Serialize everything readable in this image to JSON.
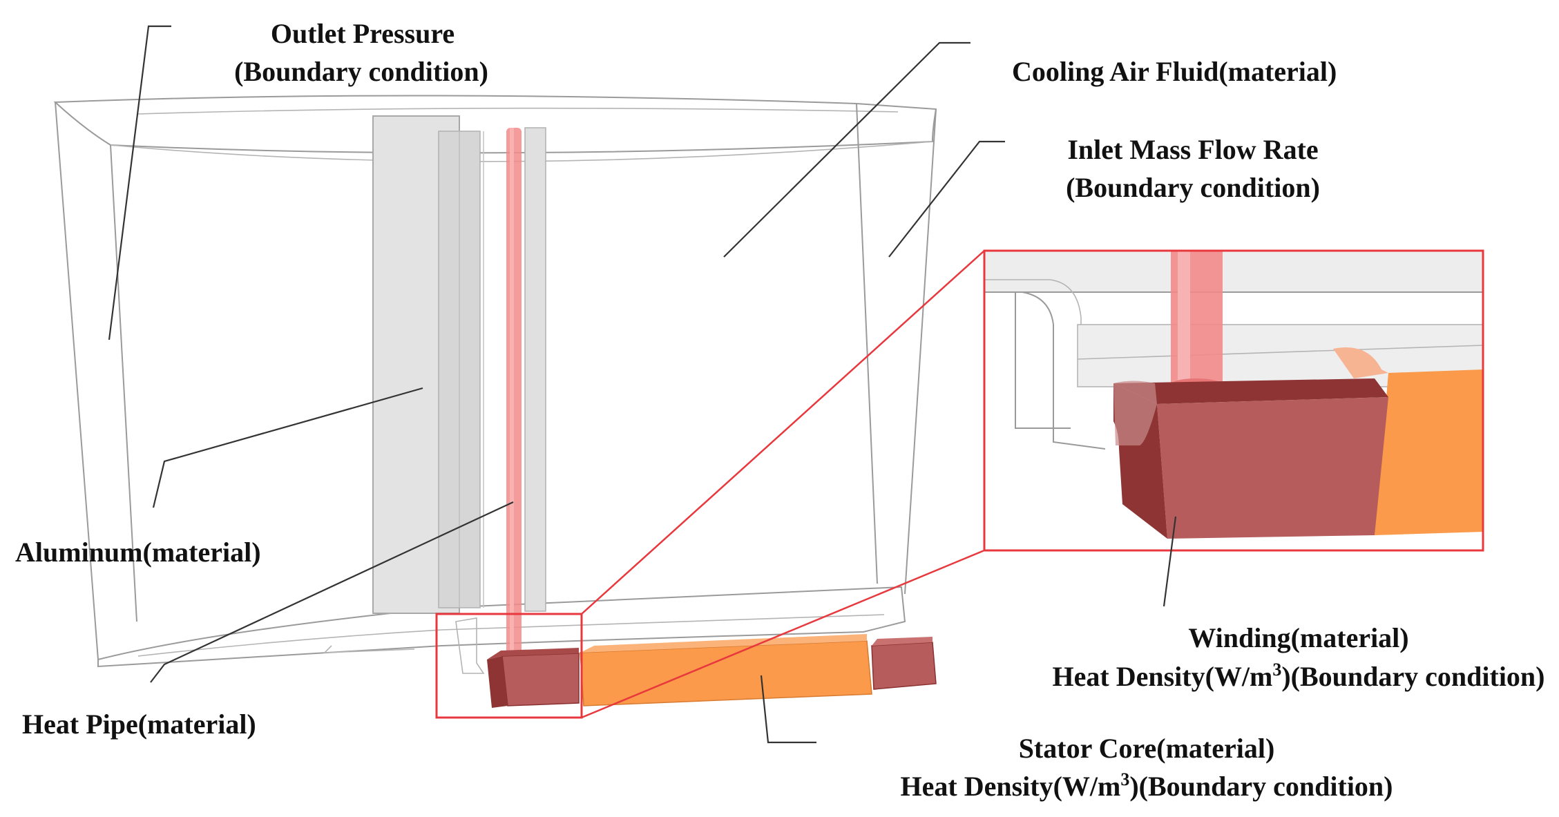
{
  "colors": {
    "heat_pipe": "#f28a8a",
    "winding_light": "#b65c5c",
    "winding_dark": "#8e3434",
    "stator_core": "#fa9a4a",
    "highlight_box": "#e8383d",
    "aluminum_ghost": "#e4e4e4"
  },
  "labels": {
    "outlet_pressure_line1": "Outlet Pressure",
    "outlet_pressure_line2": "(Boundary condition)",
    "cooling_air": "Cooling Air Fluid(material)",
    "inlet_mass_line1": "Inlet Mass Flow Rate",
    "inlet_mass_line2": "(Boundary condition)",
    "aluminum": "Aluminum(material)",
    "heat_pipe": "Heat Pipe(material)",
    "winding_line1": "Winding(material)",
    "winding_line2_pre": "Heat Density(W/m",
    "winding_line2_sup": "3",
    "winding_line2_post": ")(Boundary condition)",
    "stator_line1": "Stator Core(material)",
    "stator_line2_pre": "Heat Density(W/m",
    "stator_line2_sup": "3",
    "stator_line2_post": ")(Boundary condition)"
  }
}
